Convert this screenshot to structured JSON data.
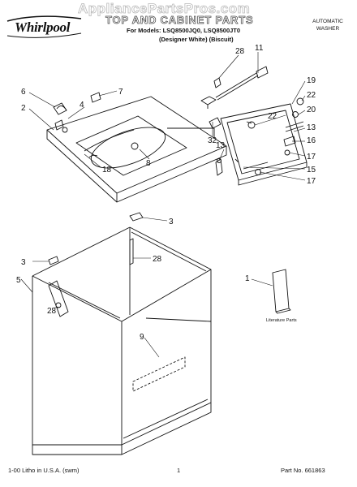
{
  "header": {
    "brand": "Whirlpool",
    "watermark": "AppliancePartsPros.com",
    "title": "TOP AND CABINET PARTS",
    "models": "For Models: LSQ8500JQ0, LSQ8500JT0",
    "variant": "(Designer White)    (Biscuit)",
    "product_line1": "AUTOMATIC",
    "product_line2": "WASHER"
  },
  "footer": {
    "litho": "1-00 Litho in U.S.A. (swm)",
    "page": "1",
    "part_number": "Part No. 661863"
  },
  "literature_label": "Literature Parts",
  "callouts": [
    "28",
    "11",
    "6",
    "7",
    "19",
    "22",
    "4",
    "2",
    "22",
    "20",
    "32",
    "13",
    "16",
    "18",
    "8",
    "13",
    "17",
    "15",
    "17",
    "3",
    "3",
    "28",
    "1",
    "5",
    "28",
    "9"
  ],
  "colors": {
    "line": "#111111",
    "watermark_outline": "#b9b9b9"
  }
}
